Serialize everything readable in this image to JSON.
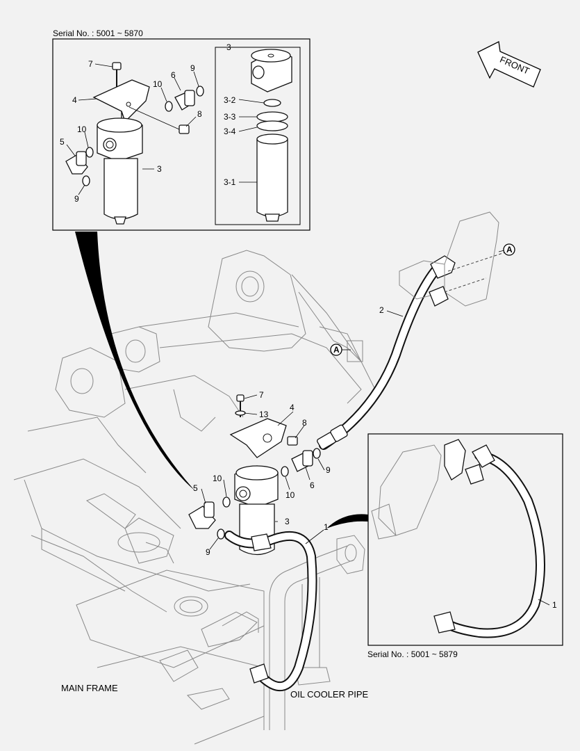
{
  "serial_top": "Serial No. : 5001 ~ 5870",
  "serial_bottom": "Serial No. : 5001 ~ 5879",
  "front": "FRONT",
  "main_frame": "MAIN FRAME",
  "oil_cooler_pipe": "OIL COOLER PIPE",
  "detail_marker": "A",
  "inset_labels": {
    "n7": "7",
    "n9a": "9",
    "n10a": "10",
    "n6": "6",
    "n4": "4",
    "n8": "8",
    "n10b": "10",
    "n5": "5",
    "n3": "3",
    "n9b": "9"
  },
  "filter_box": {
    "n3": "3",
    "n3_2": "3-2",
    "n3_3": "3-3",
    "n3_4": "3-4",
    "n3_1": "3-1"
  },
  "main_labels": {
    "n7": "7",
    "n13": "13",
    "n4": "4",
    "n8": "8",
    "n9": "9",
    "n6": "6",
    "n10a": "10",
    "n10b": "10",
    "n5": "5",
    "n3": "3",
    "n9b": "9",
    "n1": "1",
    "n2": "2"
  },
  "hose_box": {
    "n1": "1"
  }
}
